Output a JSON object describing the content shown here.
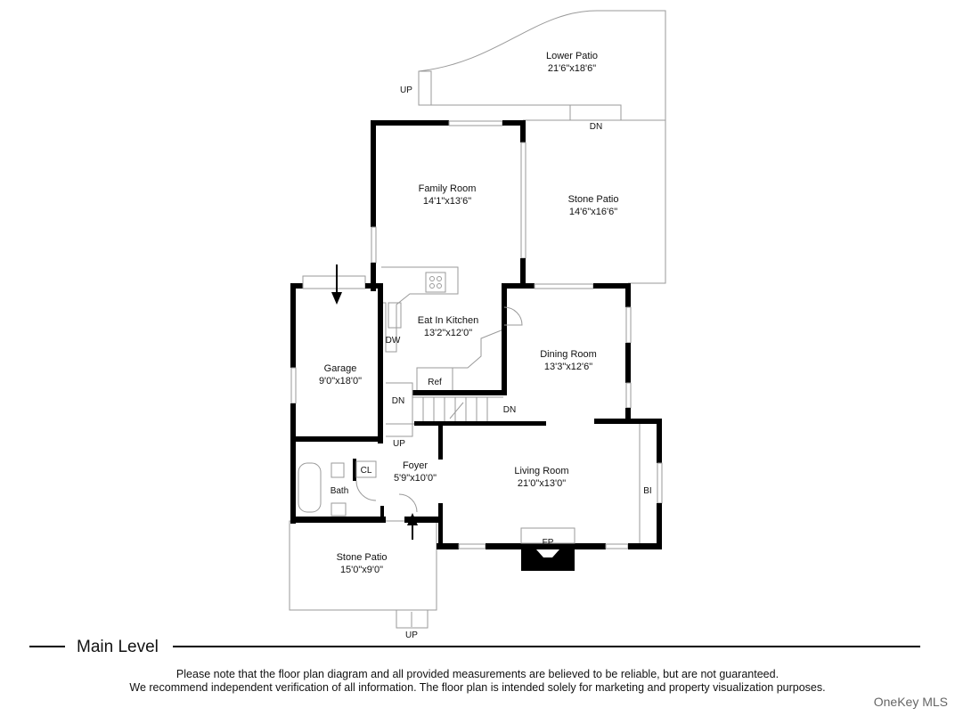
{
  "level_title": "Main Level",
  "disclaimer": [
    "Please note that the floor plan diagram and all provided measurements are believed to be reliable, but are not guaranteed.",
    "We recommend independent verification of all information. The floor plan is intended solely for marketing and property visualization purposes."
  ],
  "brand": "OneKey MLS",
  "rooms": {
    "lower_patio": {
      "name": "Lower Patio",
      "size": "21'6\"x18'6\""
    },
    "family_room": {
      "name": "Family Room",
      "size": "14'1\"x13'6\""
    },
    "stone_patio_upper": {
      "name": "Stone Patio",
      "size": "14'6\"x16'6\""
    },
    "kitchen": {
      "name": "Eat In Kitchen",
      "size": "13'2\"x12'0\""
    },
    "garage": {
      "name": "Garage",
      "size": "9'0\"x18'0\""
    },
    "dining_room": {
      "name": "Dining Room",
      "size": "13'3\"x12'6\""
    },
    "foyer": {
      "name": "Foyer",
      "size": "5'9\"x10'0\""
    },
    "living_room": {
      "name": "Living Room",
      "size": "21'0\"x13'0\""
    },
    "stone_patio_lower": {
      "name": "Stone Patio",
      "size": "15'0\"x9'0\""
    }
  },
  "fixtures": {
    "dw": "DW",
    "ref": "Ref",
    "bath": "Bath",
    "cl": "CL",
    "fp": "FP",
    "bi": "BI",
    "up": "UP",
    "dn": "DN"
  }
}
